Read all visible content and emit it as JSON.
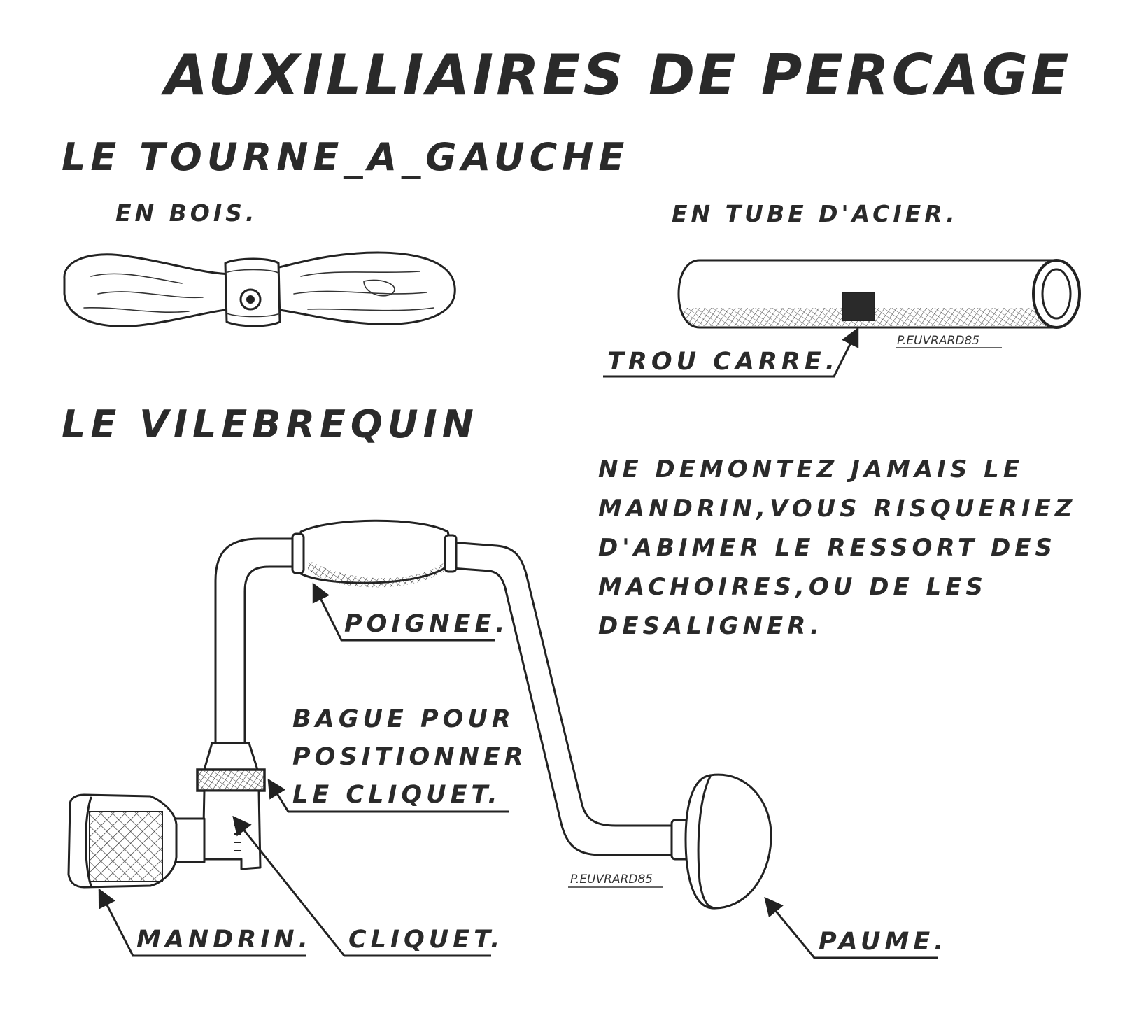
{
  "title": "AUXILLIAIRES DE PERCAGE",
  "sections": {
    "tourne_a_gauche": {
      "heading": "LE TOURNE_A_GAUCHE",
      "wood_label": "EN BOIS.",
      "steel_label": "EN TUBE D'ACIER.",
      "square_hole_label": "TROU CARRE.",
      "signature": "P.EUVRARD85"
    },
    "vilebrequin": {
      "heading": "LE VILEBREQUIN",
      "labels": {
        "handle": "POIGNEE.",
        "ring_line1": "BAGUE POUR",
        "ring_line2": "POSITIONNER",
        "ring_line3": "LE CLIQUET.",
        "chuck": "MANDRIN.",
        "ratchet": "CLIQUET.",
        "palm": "PAUME."
      },
      "signature": "P.EUVRARD85"
    },
    "warning": {
      "lines": [
        "NE DEMONTEZ JAMAIS LE",
        "MANDRIN,VOUS RISQUERIEZ",
        "D'ABIMER LE RESSORT DES",
        "MACHOIRES,OU DE LES",
        "DESALIGNER."
      ]
    }
  },
  "colors": {
    "ink": "#222222",
    "paper": "#ffffff"
  }
}
